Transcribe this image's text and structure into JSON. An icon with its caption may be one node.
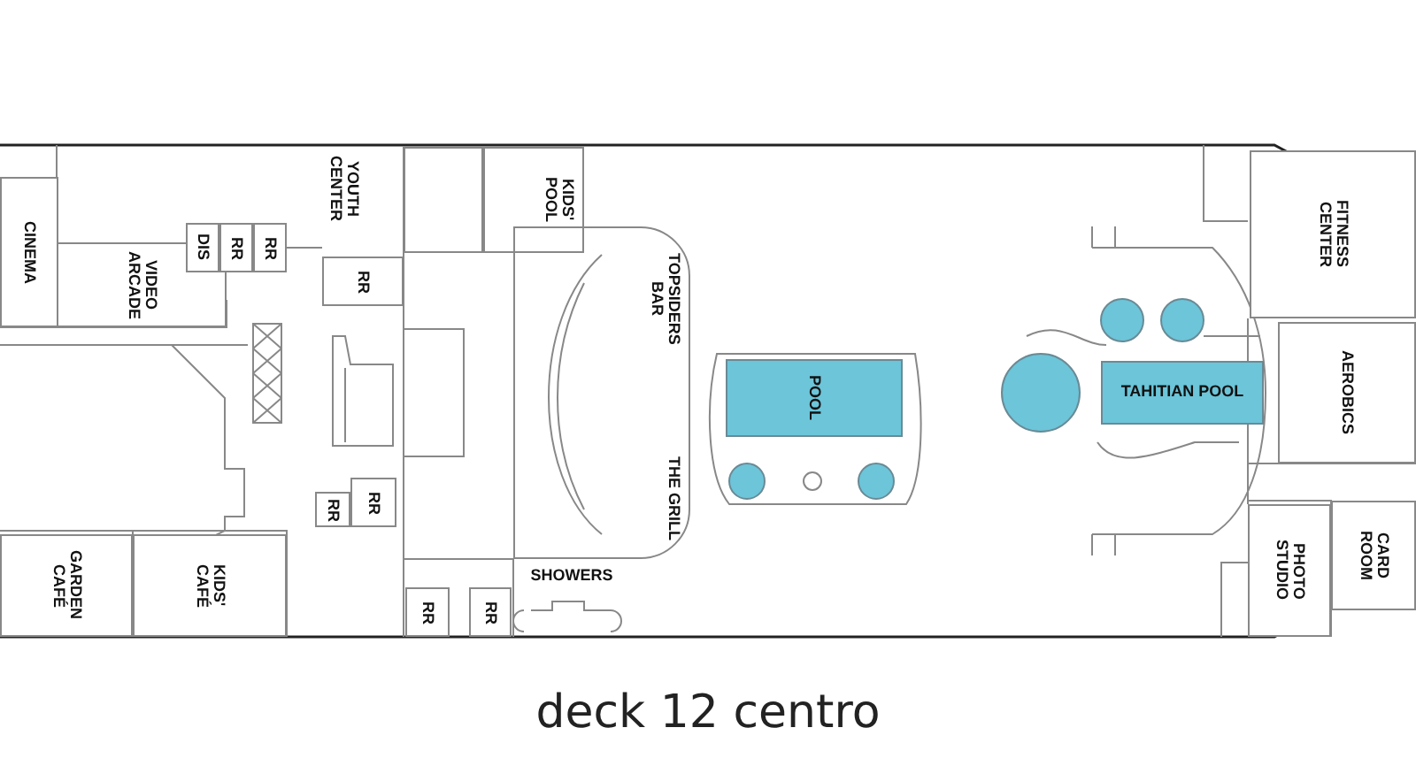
{
  "diagram": {
    "title": "deck 12 centro",
    "nodes": [
      {
        "text": [
          "CINEMA"
        ]
      },
      {
        "text": [
          "VIDEO ARCADE"
        ]
      },
      {
        "text": [
          "DIS"
        ]
      },
      {
        "text": [
          "RR"
        ]
      },
      {
        "text": [
          "RR"
        ]
      },
      {
        "text": [
          "YOUTH CENTER"
        ]
      },
      {
        "text": [],
        "shape": "box"
      },
      {
        "text": [
          "KIDS' POOL"
        ]
      },
      {
        "text": [
          "RR"
        ]
      },
      {
        "text": [
          "TOPSIDERS BAR",
          "THE GRILL"
        ]
      },
      {
        "text": [
          "RR"
        ]
      },
      {
        "text": [
          "RR"
        ]
      },
      {
        "text": [
          "GARDEN CAFÉ"
        ]
      },
      {
        "text": [
          "KIDS' CAFÉ"
        ]
      },
      {
        "text": [
          "RR"
        ]
      },
      {
        "text": [
          "RR"
        ]
      },
      {
        "text": [
          "SHOWERS"
        ]
      },
      {
        "text": [
          "POOL"
        ]
      },
      {
        "text": [
          "TAHITIAN POOL"
        ]
      },
      {
        "text": [
          "FITNESS CENTER"
        ]
      },
      {
        "text": [
          "AEROBICS"
        ]
      },
      {
        "text": [
          "PHOTO STUDIO"
        ]
      },
      {
        "text": [
          "CARD ROOM"
        ]
      }
    ],
    "edges": []
  }
}
